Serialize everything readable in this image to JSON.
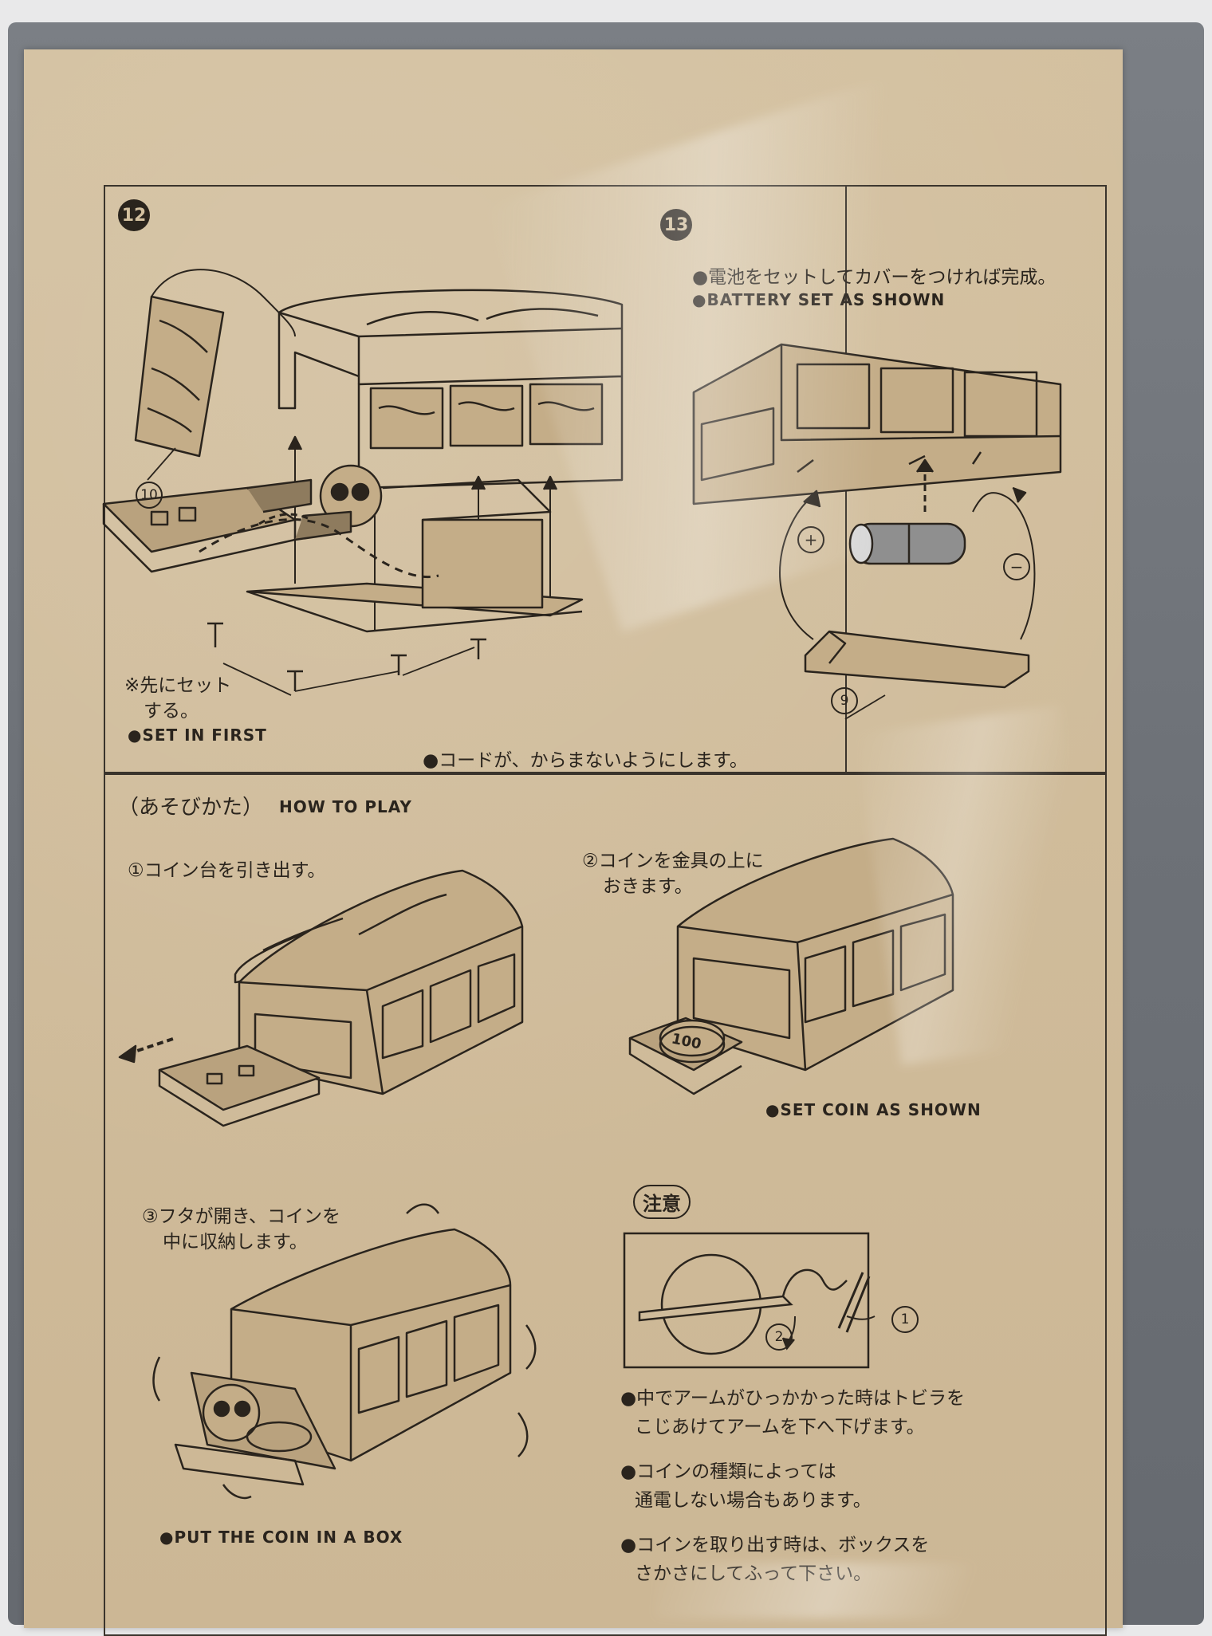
{
  "step12": {
    "number": "12",
    "part10": "10",
    "note_jp_line1": "※先にセット",
    "note_jp_line2": "する。",
    "note_en": "●SET IN FIRST",
    "cord_note": "●コードが、からまないようにします。"
  },
  "step13": {
    "number": "13",
    "jp": "●電池をセットしてカバーをつければ完成。",
    "en": "●BATTERY SET AS SHOWN",
    "part9": "9",
    "plus": "+",
    "minus": "−"
  },
  "howto": {
    "title_jp": "（あそびかた）",
    "title_en": "HOW TO PLAY",
    "step1_jp": "①コイン台を引き出す。",
    "step2_jp_line1": "②コインを金具の上に",
    "step2_jp_line2": "おきます。",
    "step2_en": "●SET COIN AS SHOWN",
    "coin_value": "100",
    "step3_jp_line1": "③フタが開き、コインを",
    "step3_jp_line2": "中に収納します。",
    "step3_en": "●PUT THE COIN IN A BOX"
  },
  "caution": {
    "label": "注意",
    "marker1": "1",
    "marker2": "2",
    "note1_line1": "●中でアームがひっかかった時はトビラを",
    "note1_line2": "こじあけてアームを下へ下げます。",
    "note2_line1": "●コインの種類によっては",
    "note2_line2": "通電しない場合もあります。",
    "note3_line1": "●コインを取り出す時は、ボックスを",
    "note3_line2": "さかさにしてふって下さい。"
  }
}
